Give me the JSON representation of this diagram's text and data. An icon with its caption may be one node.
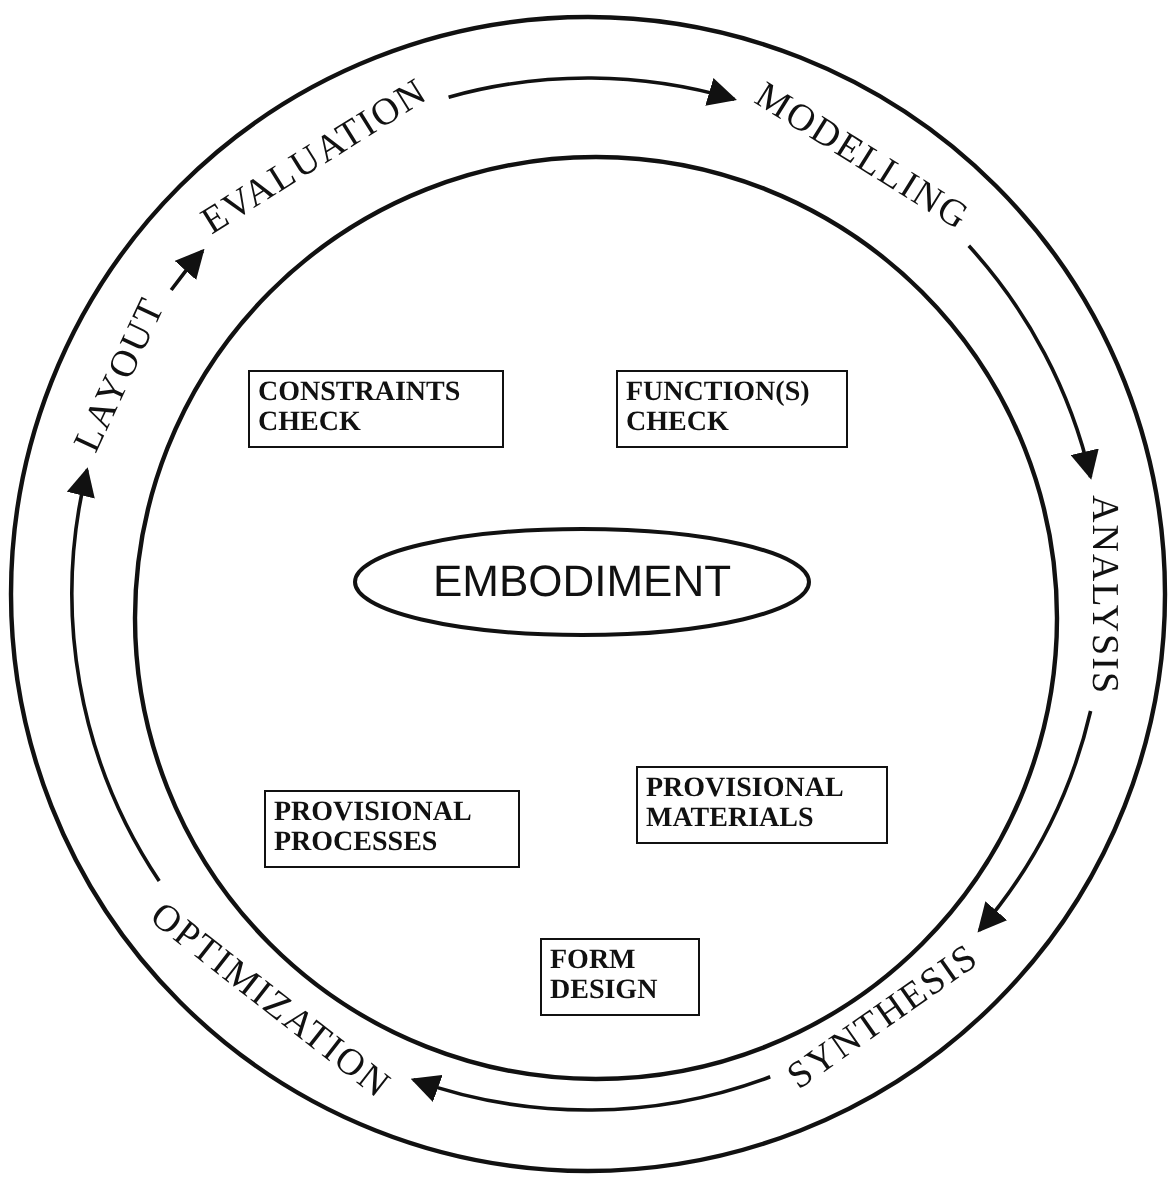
{
  "diagram": {
    "nodes": [
      {
        "text": [],
        "shape": "circle"
      },
      {
        "text": [
          "EVALUATION"
        ],
        "in": 0
      },
      {
        "text": [
          "MODELLING"
        ],
        "in": 0
      },
      {
        "text": [
          "ANALYSIS"
        ],
        "in": 0
      },
      {
        "text": [
          "SYNTHESIS"
        ],
        "in": 0
      },
      {
        "text": [
          "OPTIMIZATION"
        ],
        "in": 0
      },
      {
        "text": [
          "LAYOUT"
        ],
        "in": 0
      },
      {
        "text": [],
        "shape": "circle",
        "in": 0
      },
      {
        "text": [
          "CONSTRAINTS CHECK"
        ],
        "in": 7
      },
      {
        "text": [
          "FUNCTION(S) CHECK"
        ],
        "in": 7
      },
      {
        "text": [
          "EMBODIMENT"
        ],
        "in": 7
      },
      {
        "text": [
          "PROVISIONAL PROCESSES"
        ],
        "in": 7
      },
      {
        "text": [
          "PROVISIONAL MATERIALS"
        ],
        "in": 7
      },
      {
        "text": [
          "FORM DESIGN"
        ],
        "in": 7
      }
    ],
    "edges": [
      {
        "from": 1,
        "to": 2,
        "arrow": "to"
      },
      {
        "from": 2,
        "to": 3,
        "arrow": "to"
      },
      {
        "from": 3,
        "to": 4,
        "arrow": "to"
      },
      {
        "from": 4,
        "to": 5,
        "arrow": "to"
      },
      {
        "from": 5,
        "to": 6,
        "arrow": "to"
      },
      {
        "from": 6,
        "to": 1,
        "arrow": "to"
      }
    ]
  }
}
